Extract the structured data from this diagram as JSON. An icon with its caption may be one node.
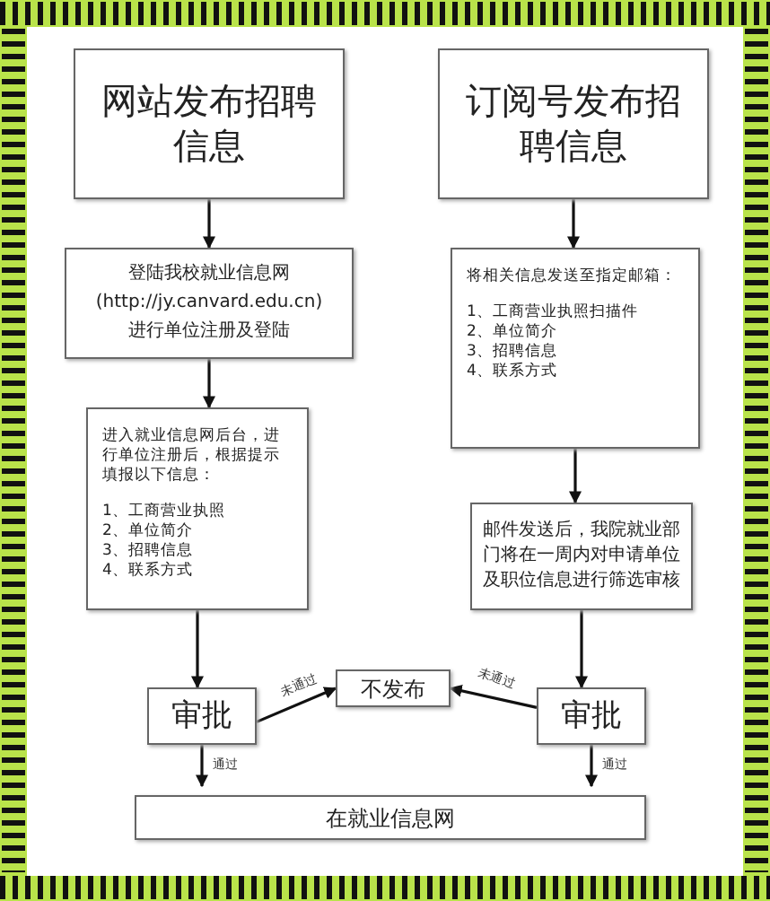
{
  "diagram": {
    "nodes": [
      {
        "text": [
          "网站发布招聘信息"
        ]
      },
      {
        "text": [
          "订阅号发布招聘信息"
        ]
      },
      {
        "text": [
          "登陆我校就业信息网",
          "(http://jy.canvard.edu.cn)",
          "进行单位注册及登陆"
        ]
      },
      {
        "text": [
          "进入就业信息网后台，进行单位注册后，根据提示填报以下信息：",
          "1、工商营业执照",
          "2、单位简介",
          "3、招聘信息",
          "4、联系方式"
        ]
      },
      {
        "text": [
          "将相关信息发送至指定邮箱：",
          "1、工商营业执照扫描件",
          "2、单位简介",
          "3、招聘信息",
          "4、联系方式"
        ]
      },
      {
        "text": [
          "邮件发送后，我院就业部门将在一周内对申请单位及职位信息进行筛选审核"
        ]
      },
      {
        "text": [
          "审批"
        ]
      },
      {
        "text": [
          "不发布"
        ]
      },
      {
        "text": [
          "审批"
        ]
      },
      {
        "text": [
          "在就业信息网"
        ]
      }
    ],
    "edges": [
      {
        "from": 0,
        "to": 2,
        "arrow": "to"
      },
      {
        "from": 2,
        "to": 3,
        "arrow": "to"
      },
      {
        "from": 3,
        "to": 6,
        "arrow": "to"
      },
      {
        "from": 6,
        "to": 7,
        "arrow": "to",
        "label": "未通过"
      },
      {
        "from": 6,
        "to": 9,
        "arrow": "to",
        "label": "通过"
      },
      {
        "from": 1,
        "to": 4,
        "arrow": "to"
      },
      {
        "from": 4,
        "to": 5,
        "arrow": "to"
      },
      {
        "from": 5,
        "to": 8,
        "arrow": "to"
      },
      {
        "from": 8,
        "to": 7,
        "arrow": "to",
        "label": "未通过"
      },
      {
        "from": 8,
        "to": 9,
        "arrow": "to",
        "label": "通过"
      }
    ]
  }
}
